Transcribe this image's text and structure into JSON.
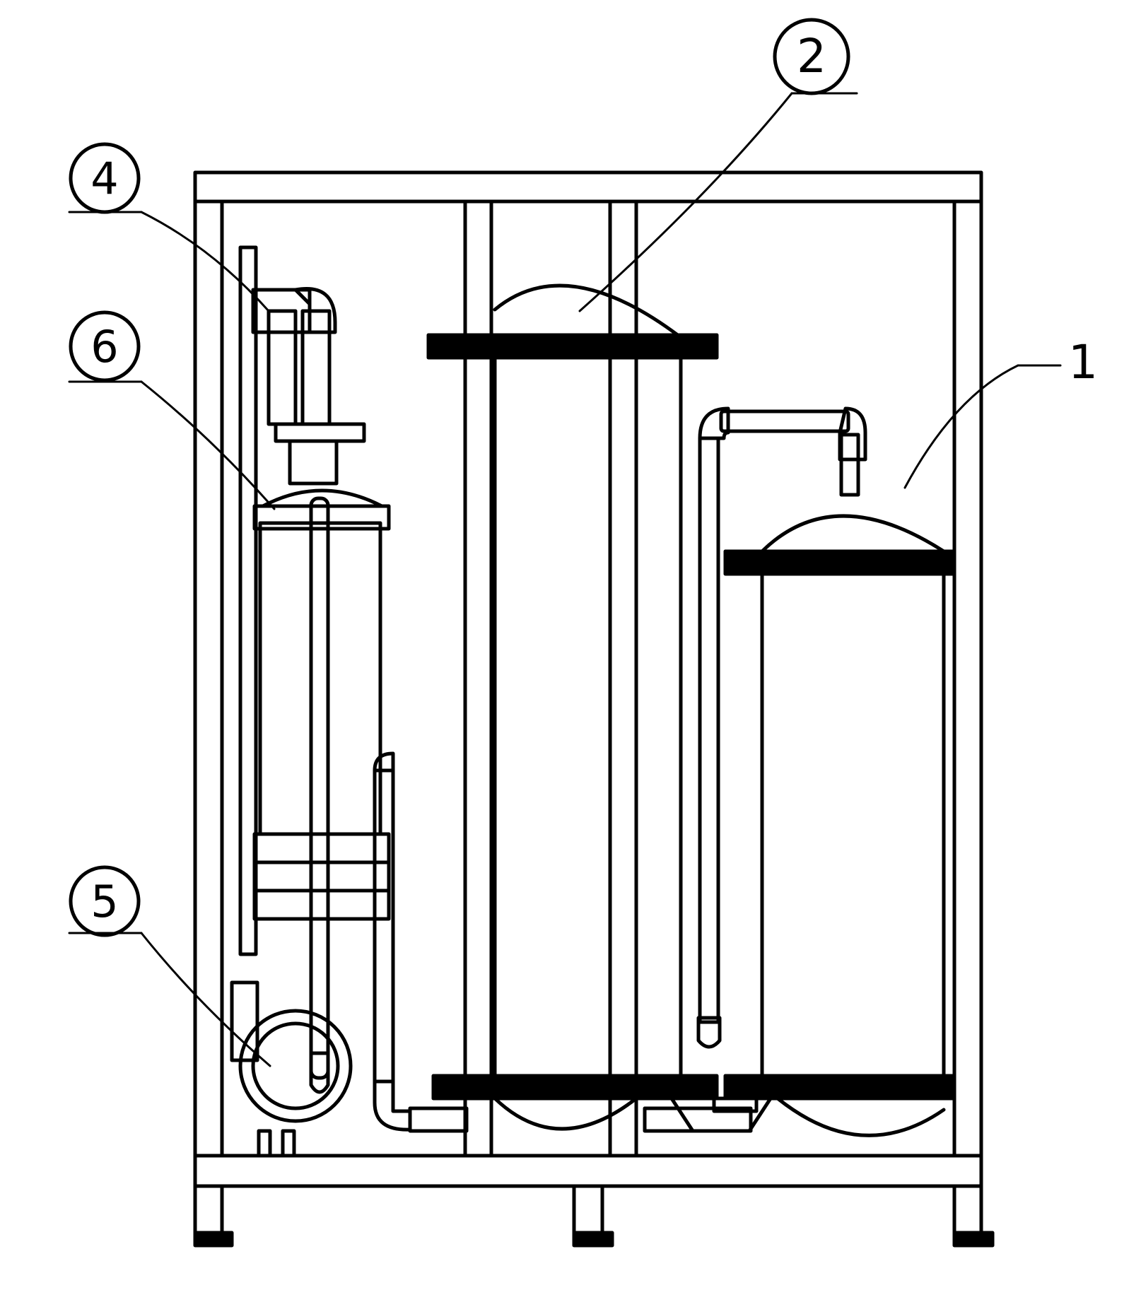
{
  "labels": {
    "one": "1",
    "two": "2",
    "four": "4",
    "five": "5",
    "six": "6"
  },
  "colors": {
    "line": "#000000",
    "background": "#ffffff"
  }
}
